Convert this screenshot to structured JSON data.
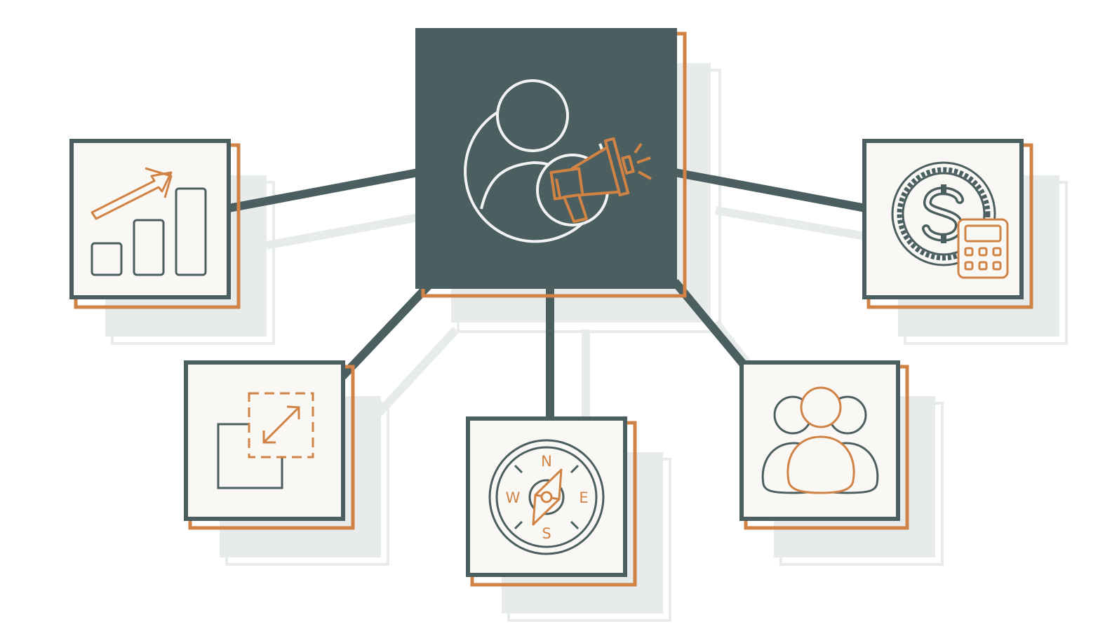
{
  "diagram": {
    "type": "hub-and-spoke icon diagram",
    "colors": {
      "dark": "#4b5e60",
      "accent": "#d08344",
      "panel": "#f9f8f5",
      "shadow": "#e7ebea",
      "icon_light": "#f2f2f2"
    },
    "hub": {
      "icon": "customer-marketing-megaphone-icon"
    },
    "nodes": [
      {
        "id": "growth",
        "icon": "growth-chart-icon"
      },
      {
        "id": "scaling",
        "icon": "scale-expand-icon"
      },
      {
        "id": "direction",
        "icon": "compass-icon"
      },
      {
        "id": "audience",
        "icon": "people-group-icon"
      },
      {
        "id": "budget",
        "icon": "budget-calculator-icon"
      }
    ],
    "compass": {
      "north": "N",
      "south": "S",
      "east": "E",
      "west": "W"
    }
  }
}
